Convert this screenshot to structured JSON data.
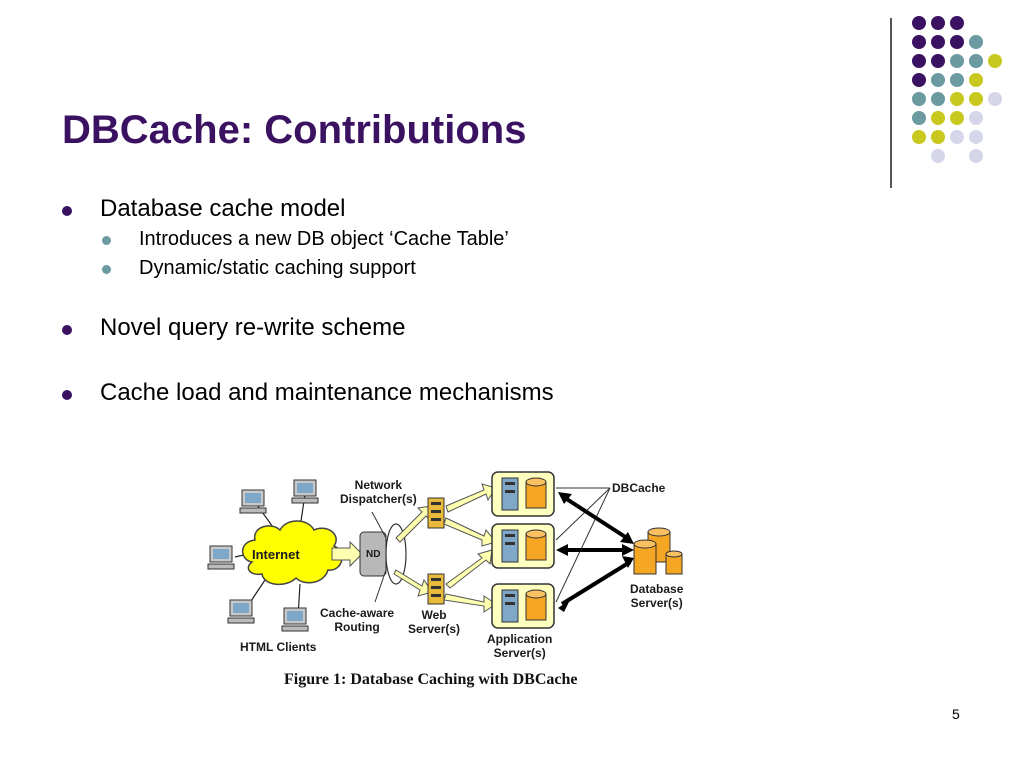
{
  "slide": {
    "title": "DBCache: Contributions",
    "page_number": "5"
  },
  "bullets": [
    {
      "text": "Database cache model",
      "level": 1
    },
    {
      "text": "Introduces a new DB object ‘Cache Table’",
      "level": 2
    },
    {
      "text": "Dynamic/static caching support",
      "level": 2
    },
    {
      "text": "Novel query re-write scheme",
      "level": 1
    },
    {
      "text": "Cache load and maintenance mechanisms",
      "level": 1
    }
  ],
  "figure": {
    "caption": "Figure 1: Database Caching with DBCache",
    "labels": {
      "internet": "Internet",
      "nd": "ND",
      "network_dispatcher": [
        "Network",
        "Dispatcher(s)"
      ],
      "cache_aware_routing": [
        "Cache-aware",
        "Routing"
      ],
      "html_clients": "HTML Clients",
      "web_servers": [
        "Web",
        "Server(s)"
      ],
      "application_servers": [
        "Application",
        "Server(s)"
      ],
      "dbcache": "DBCache",
      "database_servers": [
        "Database",
        "Server(s)"
      ]
    }
  },
  "colors": {
    "title": "#3b1261",
    "accent_purple": "#3b1261",
    "accent_teal": "#6b9aa0",
    "accent_yellow": "#c8c81e",
    "accent_lavender": "#d6d6ea",
    "cloud": "#ffff00",
    "storage": "#f5a623",
    "server_box": "#ffffc0"
  }
}
